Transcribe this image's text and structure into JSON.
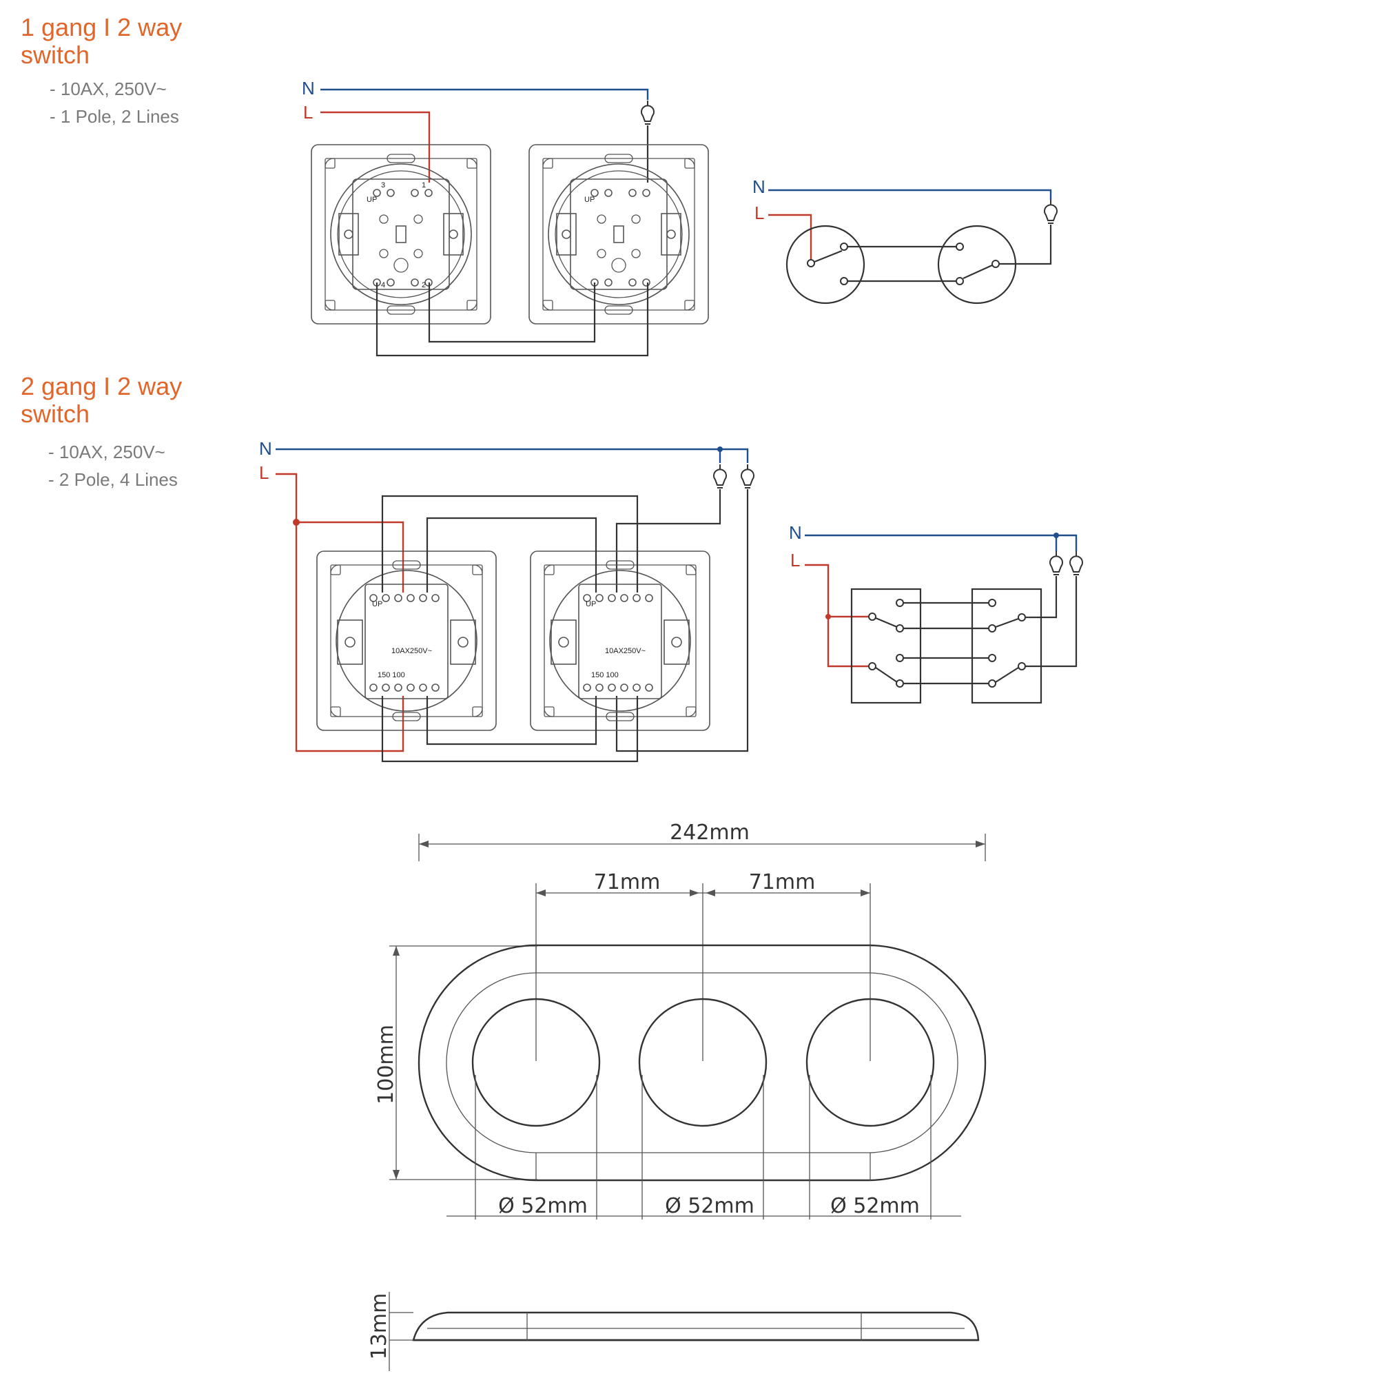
{
  "section1": {
    "title_line1": "1 gang I 2 way",
    "title_line2": "switch",
    "spec1": "- 10AX, 250V~",
    "spec2": "- 1 Pole, 2 Lines",
    "n_label": "N",
    "l_label": "L",
    "schematic_n_label": "N",
    "schematic_l_label": "L",
    "mech_marks": [
      "UP",
      "3",
      "1",
      "4",
      "2"
    ]
  },
  "section2": {
    "title_line1": "2 gang I 2 way",
    "title_line2": "switch",
    "spec1": "- 10AX, 250V~",
    "spec2": "- 2 Pole, 4 Lines",
    "n_label": "N",
    "l_label": "L",
    "schematic_n_label": "N",
    "schematic_l_label": "L",
    "mech_marks": [
      "UP",
      "10AX250V~",
      "150 100"
    ]
  },
  "dimensions": {
    "total_width": "242mm",
    "spacing_left": "71mm",
    "spacing_right": "71mm",
    "height": "100mm",
    "hole_diameters": [
      "Ø 52mm",
      "Ø 52mm",
      "Ø 52mm"
    ],
    "depth": "13mm"
  },
  "colors": {
    "title": "#e0662b",
    "neutral": "#1f4e8c",
    "live": "#c0392b",
    "wire": "#333333"
  }
}
